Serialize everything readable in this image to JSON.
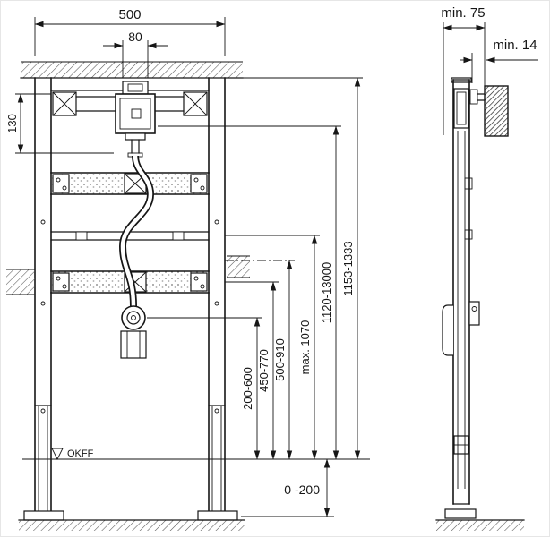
{
  "front_view": {
    "dim_width": "500",
    "dim_flush_pipe_width": "80",
    "dim_top_offset": "130",
    "dim_drain_height": "200-600",
    "dim_lower_rail_height": "450-770",
    "dim_supply_height": "500-910",
    "dim_upper_rail_height": "max. 1070",
    "dim_valve_height": "1120-13000",
    "dim_total_height": "1153-1333",
    "dim_floor_adjustment": "0 -200",
    "floor_level_label": "OKFF"
  },
  "side_view": {
    "dim_min_depth": "min. 75",
    "dim_min_wall_clearance": "min. 14"
  }
}
